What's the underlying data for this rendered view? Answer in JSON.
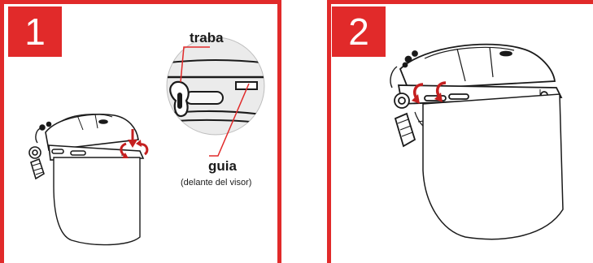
{
  "steps": [
    {
      "number": "1"
    },
    {
      "number": "2"
    }
  ],
  "callouts": {
    "lock_label": "traba",
    "guide_label": "guia",
    "guide_sublabel": "(delante del visor)"
  },
  "colors": {
    "accent": "#e12a2a",
    "line": "#1a1a1a"
  }
}
